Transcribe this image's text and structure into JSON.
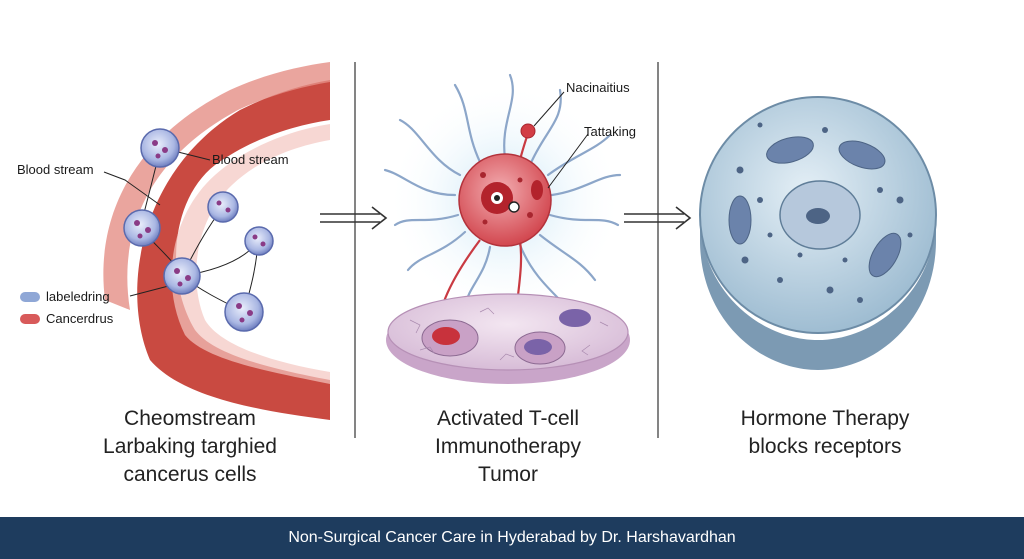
{
  "panels": [
    {
      "caption": [
        "Cheomstream",
        "Larbaking targhied",
        "cancerus cells"
      ],
      "labels": [
        "Blood stream",
        "Blood stream"
      ]
    },
    {
      "caption": [
        "Activated T-cell",
        "Immunotherapy",
        "Tumor"
      ],
      "labels": [
        "Nacinaitius",
        "Tattaking"
      ]
    },
    {
      "caption": [
        "Hormone Therapy",
        "blocks receptors"
      ]
    }
  ],
  "legend": [
    {
      "label": "labeledring",
      "color": "#8fa7d6"
    },
    {
      "label": "Cancerdrus",
      "color": "#d85a5a"
    }
  ],
  "footer": "Non-Surgical Cancer Care in Hyderabad by Dr. Harshavardhan",
  "colors": {
    "vessel": "#c9473f",
    "cell_blue": "#b9c6ea",
    "tcell": "#d9535b",
    "hormone_cell": "#a9c4d8",
    "footer_bg": "#1e3c5e"
  }
}
